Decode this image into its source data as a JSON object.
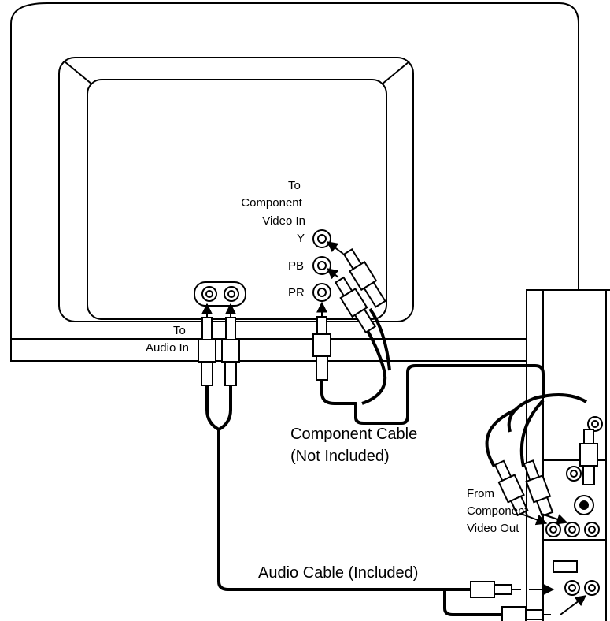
{
  "labels": {
    "to_component_video_in": [
      "To",
      "Component",
      "Video In"
    ],
    "jack_y": "Y",
    "jack_pb": "PB",
    "jack_pr": "PR",
    "to_audio_in": [
      "To",
      "Audio In"
    ],
    "component_cable": [
      "Component Cable",
      "(Not Included)"
    ],
    "from_component_video_out": [
      "From",
      "Component",
      "Video Out"
    ],
    "audio_cable": "Audio Cable (Included)"
  }
}
